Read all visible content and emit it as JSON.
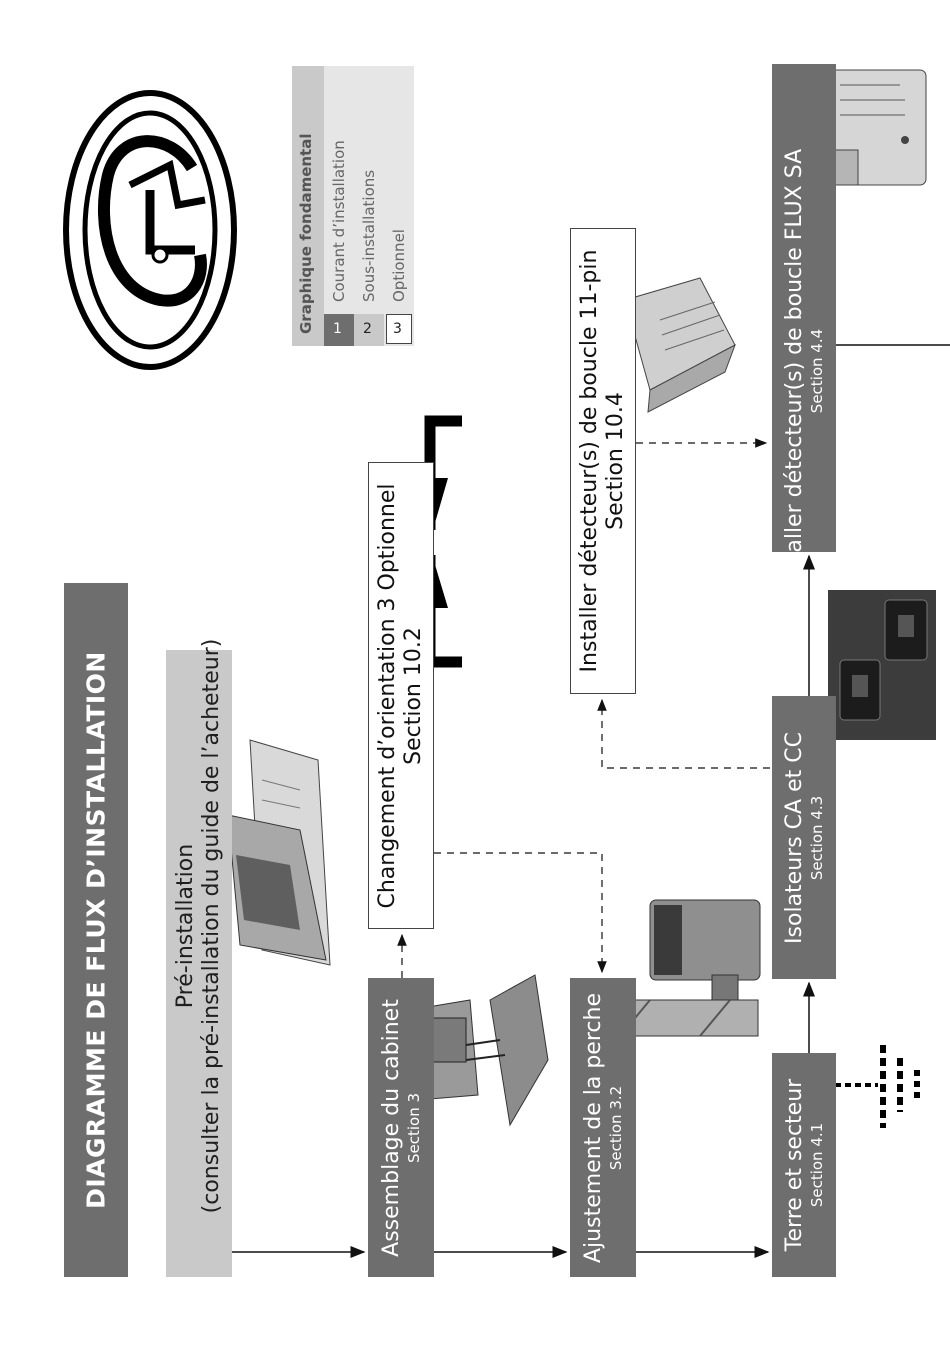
{
  "title": "DIAGRAMME DE FLUX D’INSTALLATION",
  "legend": {
    "heading": "Graphique fondamental",
    "items": [
      {
        "num": "1",
        "label": "Courant d’installation"
      },
      {
        "num": "2",
        "label": "Sous-installations"
      },
      {
        "num": "3",
        "label": "Optionnel"
      }
    ]
  },
  "steps": {
    "preinstall": {
      "line1": "Pré-installation",
      "line2": "(consulter la pré-installation du guide de l’acheteur)"
    },
    "cabinet": {
      "label": "Assemblage du cabinet",
      "section": "Section 3"
    },
    "perche": {
      "label": "Ajustement de la perche",
      "section": "Section 3.2"
    },
    "terre": {
      "label": "Terre et secteur",
      "section": "Section 4.1"
    },
    "isolateurs": {
      "label": "Isolateurs CA et CC",
      "section": "Section 4.3"
    },
    "flux": {
      "label": "Installer détecteur(s) de boucle FLUX SA",
      "section": "Section 4.4"
    },
    "orientation": {
      "label": "Changement d’orientation 3 Optionnel",
      "section": "Section 10.2"
    },
    "pin11": {
      "label": "Installer détecteur(s) de boucle 11-pin",
      "section": "Section 10.4"
    }
  },
  "colors": {
    "main_step": "#6e6e6e",
    "preinstall": "#c9c9c9",
    "optional": "#ffffff"
  }
}
